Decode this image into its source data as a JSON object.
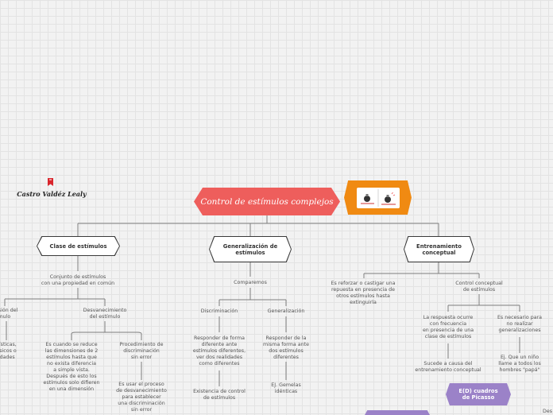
{
  "author": {
    "name": "Castro Valdéz Lealy"
  },
  "central": {
    "title": "Control de estímulos complejos",
    "color": "#ee5e5c"
  },
  "image_node": {
    "color": "#f08a12",
    "icon": "lightbulbs-image"
  },
  "branches": {
    "clase": {
      "title": "Clase de estímulos",
      "sub": "Conjunto de estímulos\ncon una propiedad en común",
      "left_item": "ensión del\nstímulo",
      "left_item_detail": "terísticas,\ns físicos o\npiedades",
      "desvanecimiento": "Desvanecimiento\ndel estímulo",
      "desv_detail": "Es cuando se reduce\nlas dimensiones de 2\nestímulos hasta que\nno exista diferencia\na simple vista.\nDespués de esto los\nestímulos solo difieren\nen una dimensión",
      "procedimiento": "Procedimiento de\ndiscriminación\nsin error",
      "proc_detail": "Es usar el proceso\nde desvanecimiento\npara establecer\nuna discriminación\nsin error"
    },
    "generalizacion": {
      "title": "Generalización de\nestímulos",
      "sub": "Comparemos",
      "discriminacion": "Discriminación",
      "disc_detail": "Responder de forma\ndiferente ante\nestímulos diferentes,\nver dos realidades\ncomo diferentes",
      "disc_detail2": "Existencia de control\nde estímulos",
      "generalizacion": "Generalización",
      "gen_detail": "Responder de la\nmisma forma ante\ndos estímulos\ndiferentes",
      "gen_detail2": "EJ. Gemelas\nidénticas"
    },
    "entrenamiento": {
      "title": "Entrenamiento\nconceptual",
      "reforzar": "Es reforzar o castigar una\nrepuesta en presencia de\notros estímulos hasta\nextinguirla",
      "control": "Control conceptual\nde estímulos",
      "respuesta": "La respuesta ocurre\ncon frecuencia\nen presencia de una\nclase de estímulos",
      "causa": "Sucede a causa del\nentrenamiento conceptual",
      "necesario": "Es necesario para\nno realizar\ngeneralizaciones",
      "ejemplo": "Ej. Que un niño\nllame a todos los\nhombres \"papá\"",
      "picasso": "E(D) cuadros\nde Picasso",
      "edge_text": "Des"
    }
  },
  "colors": {
    "line": "#7d7d7d",
    "purple": "#9b82c8"
  }
}
